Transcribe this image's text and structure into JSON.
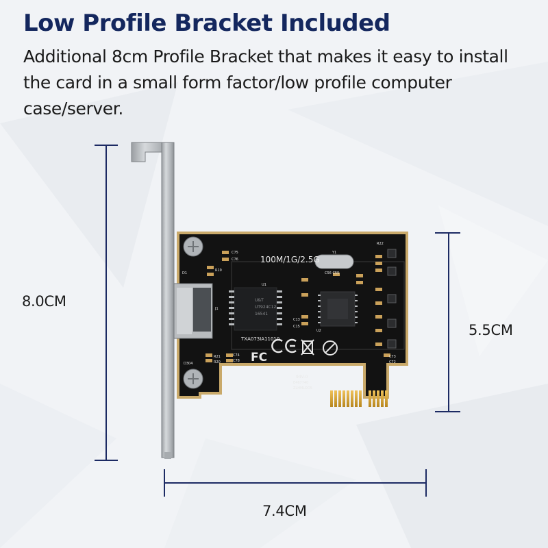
{
  "header": {
    "title": "Low Profile Bracket Included",
    "description": "Additional 8cm Profile Bracket that makes it easy to install the card in a small form factor/low profile computer case/server."
  },
  "dimensions": {
    "height_label": "8.0CM",
    "board_height_label": "5.5CM",
    "width_label": "7.4CM"
  },
  "card": {
    "speed_label": "100M/1G/2.5G",
    "chip_line1": "U&T",
    "chip_line2": "UT924C12",
    "chip_line3": "16541",
    "serial_label": "TXA073IA11010",
    "crystal_label": "Y1",
    "cert_fc": "FC",
    "cert_ce": "CE",
    "cert_rating": "94V-0",
    "cert_code1": "E467740",
    "cert_code2": "ZLHMLOO5",
    "silk_c75": "C75",
    "silk_c76": "C76",
    "silk_r19": "R19",
    "silk_d1": "D1",
    "silk_j1": "J1",
    "silk_u1": "U1",
    "silk_u2": "U2",
    "silk_c56": "C56 C55",
    "silk_r22": "R22",
    "silk_c74": "C74",
    "silk_c78": "C78",
    "silk_r21": "R21",
    "silk_r20": "R20",
    "silk_d304": "D304",
    "silk_c13": "C13",
    "silk_c15": "C15",
    "silk_c73": "C73",
    "silk_c72": "C72"
  },
  "colors": {
    "title": "#14275e",
    "dimension_line": "#1c2a63",
    "pcb": "#121212",
    "pcb_edge": "#c9a96a",
    "gold_contacts": "#d8a73c",
    "bracket": "#bfc3c6"
  }
}
